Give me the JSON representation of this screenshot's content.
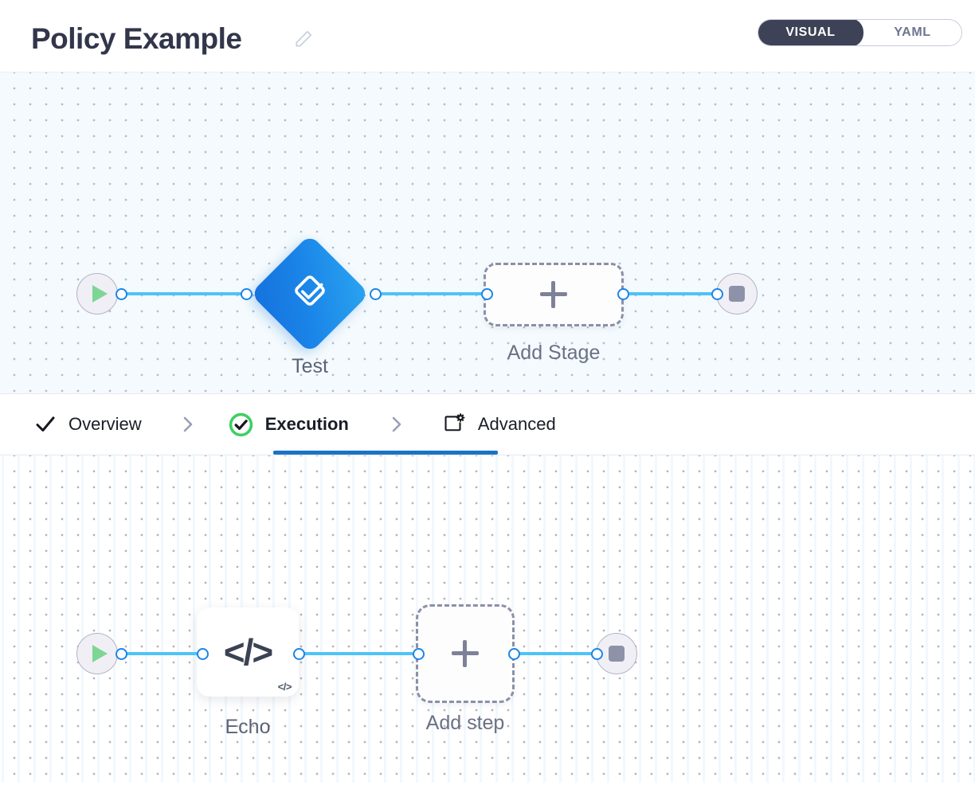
{
  "header": {
    "title": "Policy Example",
    "edit_icon": "pencil-icon",
    "view_toggle": {
      "active": "VISUAL",
      "inactive": "YAML"
    }
  },
  "colors": {
    "title": "#32364a",
    "toggle_active_bg": "#3e4257",
    "toggle_inactive_text": "#6e7491",
    "edge": "#4fc3f7",
    "port_ring": "#1b86e8",
    "stage_node_blue": "#1a84e8",
    "active_tab_underline": "#1a73c8",
    "execution_check_green": "#3ecf63",
    "start_play_green": "#7ed694",
    "terminal_fill": "#f0eff6",
    "dashed_border": "#8b90a8",
    "canvas_top_bg": "#f4fafd",
    "canvas_bottom_bg": "#ffffff"
  },
  "stage_canvas": {
    "start_node": {
      "name": "start",
      "icon": "play-icon"
    },
    "stage": {
      "label": "Test",
      "icon": "checklist-diamond-icon"
    },
    "add_stage": {
      "label": "Add Stage",
      "icon": "plus-icon"
    },
    "end_node": {
      "name": "end",
      "icon": "stop-icon"
    }
  },
  "tabs": [
    {
      "label": "Overview",
      "icon": "checkmark-icon",
      "active": false
    },
    {
      "label": "Execution",
      "icon": "check-circle-green-icon",
      "active": true
    },
    {
      "label": "Advanced",
      "icon": "window-gear-icon",
      "active": false
    }
  ],
  "tab_separator": "chevron-right-icon",
  "step_canvas": {
    "start_node": {
      "name": "start",
      "icon": "play-icon"
    },
    "step": {
      "label": "Echo",
      "icon": "code-icon",
      "badge": "</>"
    },
    "add_step": {
      "label": "Add step",
      "icon": "plus-icon"
    },
    "end_node": {
      "name": "end",
      "icon": "stop-icon"
    }
  }
}
